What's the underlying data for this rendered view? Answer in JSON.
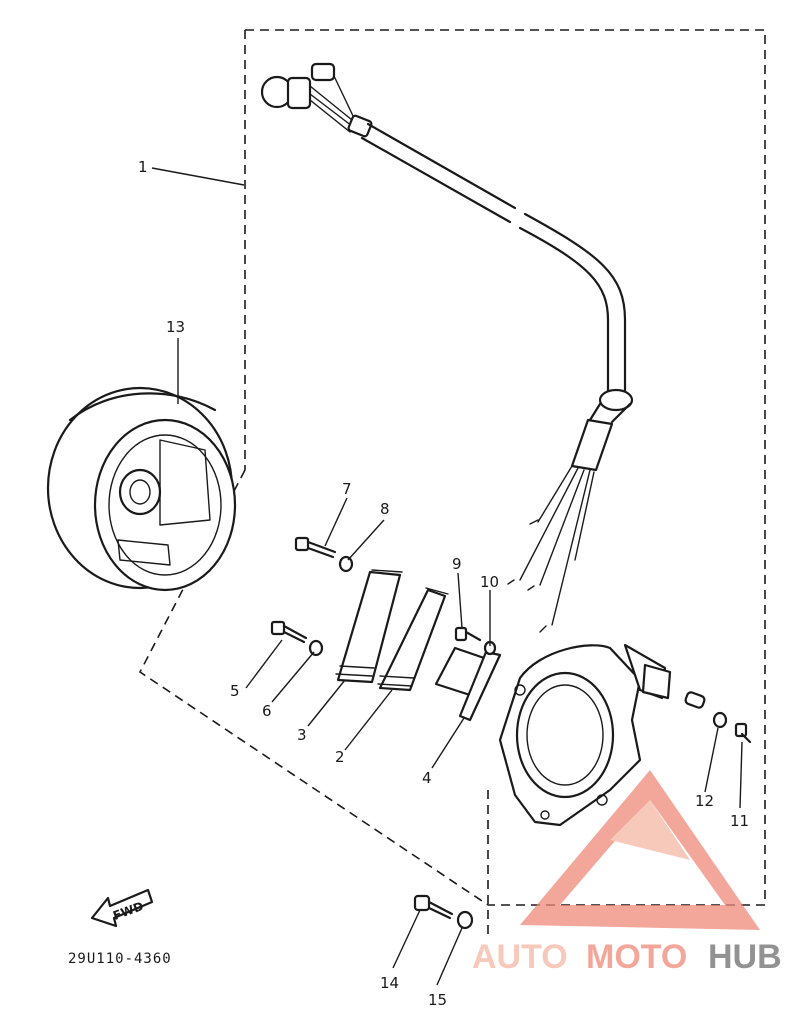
{
  "diagram_code": "29U110-4360",
  "fwd_label": "FWD",
  "watermark": {
    "part1": "AUTO",
    "part2": "MOTO",
    "part3": "HUB",
    "color1": "#f5b8a4",
    "color2": "#f08a7a",
    "color3": "#6e6e6e"
  },
  "callouts": {
    "c1": "1",
    "c2": "2",
    "c3": "3",
    "c4": "4",
    "c5": "5",
    "c6": "6",
    "c7": "7",
    "c8": "8",
    "c9": "9",
    "c10": "10",
    "c11": "11",
    "c12": "12",
    "c13": "13",
    "c14": "14",
    "c15": "15"
  }
}
